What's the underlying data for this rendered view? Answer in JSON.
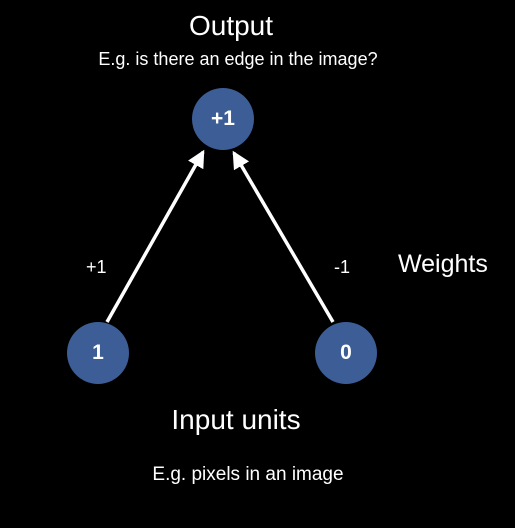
{
  "output": {
    "title": "Output",
    "description": "E.g. is there an edge in the image?"
  },
  "nodes": {
    "output_value": "+1",
    "input_1_value": "1",
    "input_2_value": "0"
  },
  "weights": {
    "left": "+1",
    "right": "-1",
    "label": "Weights"
  },
  "input": {
    "title": "Input units",
    "description": "E.g. pixels in an image"
  },
  "colors": {
    "background": "#000000",
    "node_fill": "#3d5d97",
    "text": "#ffffff",
    "arrow": "#ffffff"
  }
}
